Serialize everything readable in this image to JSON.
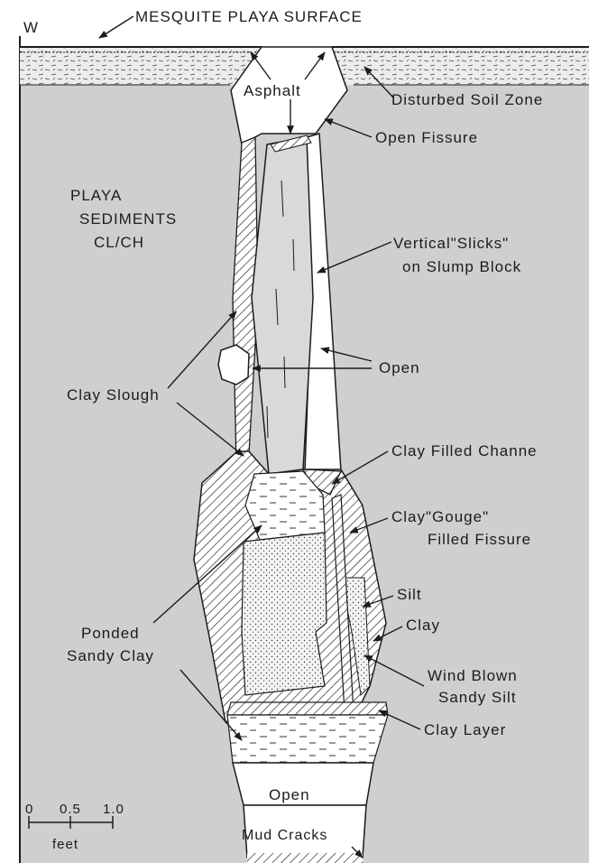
{
  "header": {
    "direction_label": "W",
    "surface_label": "MESQUITE PLAYA SURFACE"
  },
  "sediments": {
    "line1": "PLAYA",
    "line2": "SEDIMENTS",
    "line3": "CL/CH"
  },
  "labels": {
    "asphalt": "Asphalt",
    "disturbed_soil": "Disturbed Soil Zone",
    "open_fissure": "Open Fissure",
    "vertical_slicks_1": "Vertical\"Slicks\"",
    "vertical_slicks_2": "on Slump Block",
    "open": "Open",
    "clay_slough": "Clay Slough",
    "clay_filled_channel": "Clay Filled Channe",
    "clay_gouge_1": "Clay\"Gouge\"",
    "clay_gouge_2": "Filled Fissure",
    "silt": "Silt",
    "clay": "Clay",
    "wind_blown_1": "Wind Blown",
    "wind_blown_2": "Sandy Silt",
    "clay_layer": "Clay Layer",
    "ponded_1": "Ponded",
    "ponded_2": "Sandy Clay",
    "open_bottom": "Open",
    "mud_cracks": "Mud Cracks"
  },
  "scale": {
    "tick_0": "0",
    "tick_05": "0.5",
    "tick_10": "1.0",
    "unit": "feet"
  },
  "colors": {
    "background_fill": "#cfcfcf",
    "ink": "#1c1c1c",
    "open_void": "#ffffff"
  }
}
